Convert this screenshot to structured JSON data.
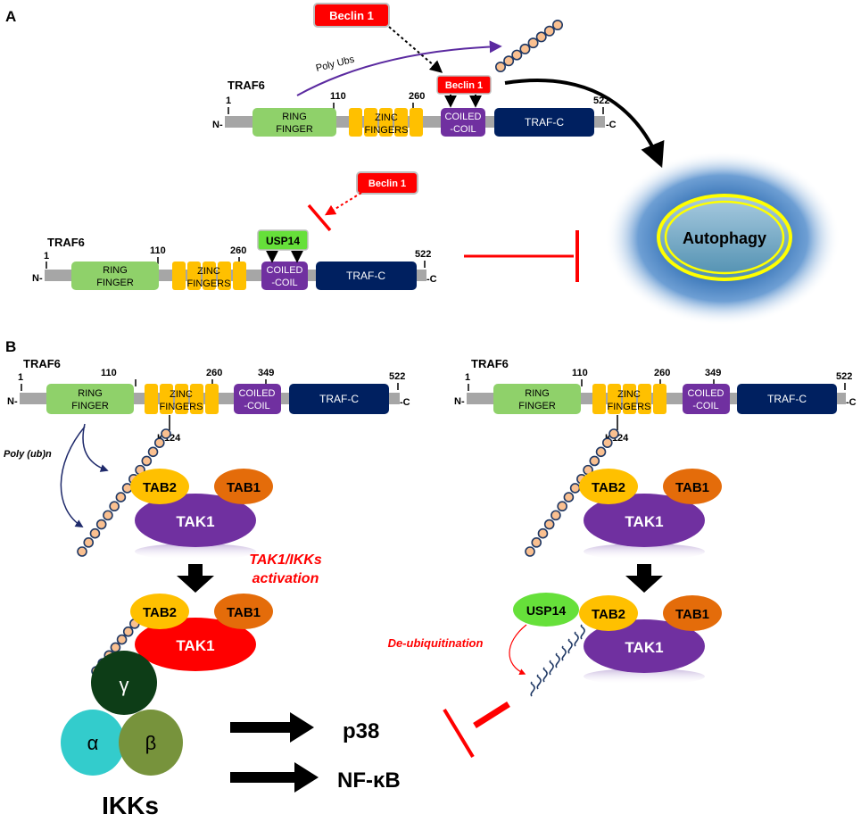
{
  "panels": {
    "a": "A",
    "b": "B"
  },
  "colors": {
    "ring_finger": "#8fd16a",
    "zinc_fingers": "#ffc000",
    "coiled_coil": "#7030a0",
    "traf_c": "#002060",
    "backbone": "#a6a6a6",
    "beclin": "#ff0000",
    "usp14": "#66e03a",
    "tab2": "#ffc000",
    "tab1": "#e46c0a",
    "tak1": "#7030a0",
    "tak1_active": "#ff0000",
    "ikk_gamma": "#0d3d17",
    "ikk_alpha": "#33cccc",
    "ikk_beta": "#77933c",
    "inhibit": "#ff0000",
    "ubiquitin": "#fac090"
  },
  "traf6": {
    "name": "TRAF6",
    "n_term": "N-",
    "c_term": "-C",
    "positions": {
      "p1": "1",
      "p110": "110",
      "p260": "260",
      "p349": "349",
      "p522": "522"
    },
    "domains": {
      "ring_l1": "RING",
      "ring_l2": "FINGER",
      "zinc_l1": "ZINC",
      "zinc_l2": "FINGERS",
      "coil_l1": "COILED",
      "coil_l2": "-COIL",
      "trafc": "TRAF-C"
    },
    "k124": "K124"
  },
  "proteins": {
    "beclin1": "Beclin 1",
    "usp14": "USP14",
    "tab2": "TAB2",
    "tab1": "TAB1",
    "tak1": "TAK1"
  },
  "labels": {
    "poly_ubs": "Poly Ubs",
    "poly_ubn": "Poly (ub)n",
    "autophagy": "Autophagy",
    "activation_l1": "TAK1/IKKs",
    "activation_l2": "activation",
    "deubiquitination": "De-ubiquitination",
    "ikks": "IKKs",
    "gamma": "γ",
    "alpha": "α",
    "beta": "β"
  },
  "outputs": {
    "p38": "p38",
    "nfkb": "NF-κB"
  }
}
